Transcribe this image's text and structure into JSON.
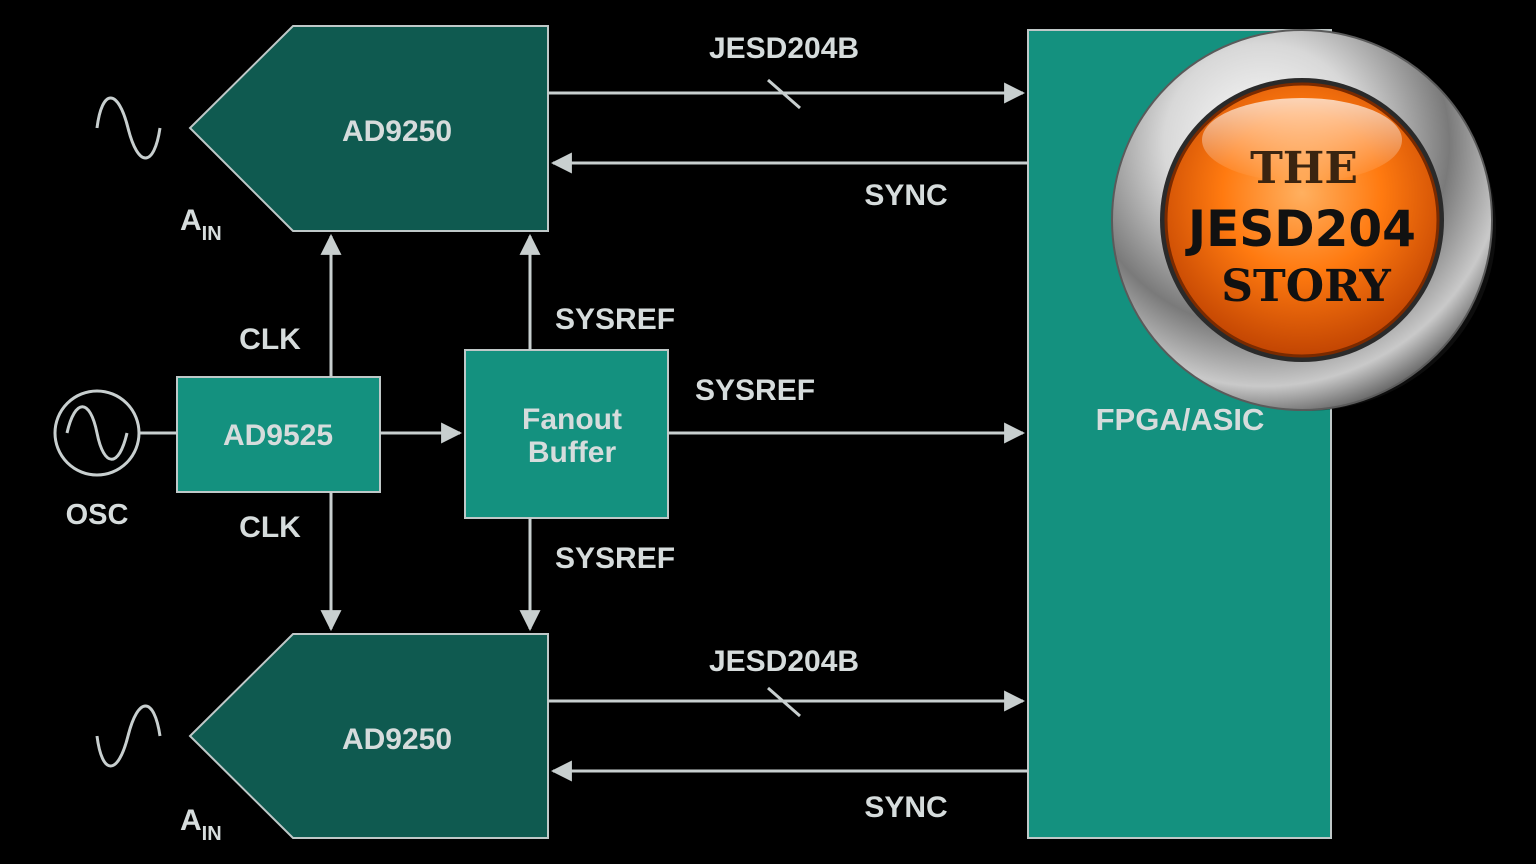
{
  "colors": {
    "background": "#000000",
    "adc_fill": "#0f5a50",
    "block_fill": "#14917f",
    "line": "#c8cfcf",
    "block_text": "#cfd6d6",
    "badge_orange": "#ff7a10"
  },
  "blocks": {
    "adc_top": "AD9250",
    "adc_bottom": "AD9250",
    "clock": "AD9525",
    "fanout_line1": "Fanout",
    "fanout_line2": "Buffer",
    "fpga": "FPGA/ASIC"
  },
  "labels": {
    "ain_main": "A",
    "ain_sub": "IN",
    "osc": "OSC",
    "clk": "CLK",
    "sysref": "SYSREF",
    "jesd": "JESD204B",
    "sync": "SYNC"
  },
  "badge": {
    "line1": "THE",
    "line2": "JESD204",
    "line3": "STORY"
  },
  "icons": [
    "sine-wave-icon",
    "oscillator-icon",
    "chrome-badge"
  ]
}
